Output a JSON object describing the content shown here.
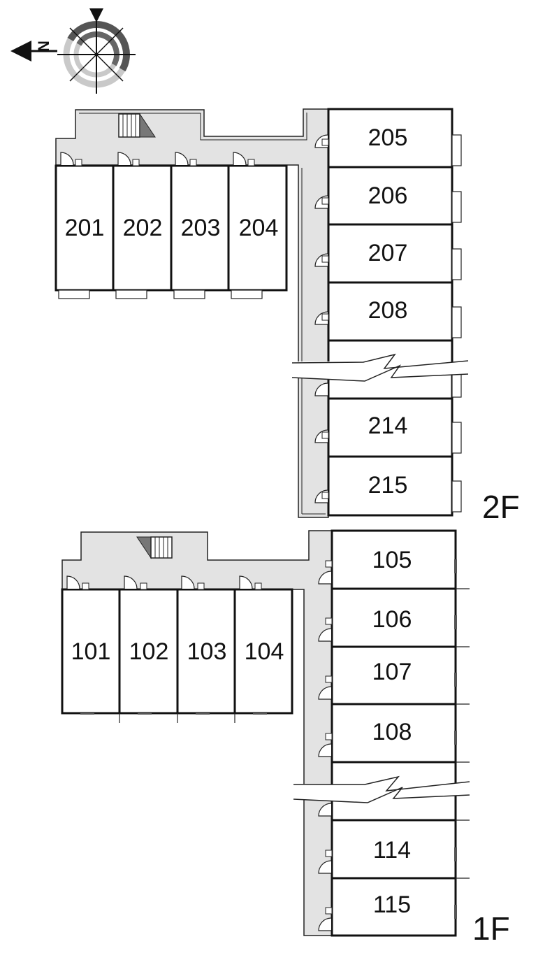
{
  "compass": {
    "north_letter": "N",
    "icon": "compass-rose-icon"
  },
  "colors": {
    "corridor": "#e3e3e3",
    "wall": "#111111",
    "background": "#ffffff"
  },
  "floor2": {
    "label": "2F",
    "west_units": [
      "201",
      "202",
      "203",
      "204"
    ],
    "east_units": [
      "205",
      "206",
      "207",
      "208",
      "214",
      "215"
    ]
  },
  "floor1": {
    "label": "1F",
    "west_units": [
      "101",
      "102",
      "103",
      "104"
    ],
    "east_units": [
      "105",
      "106",
      "107",
      "108",
      "114",
      "115"
    ]
  }
}
